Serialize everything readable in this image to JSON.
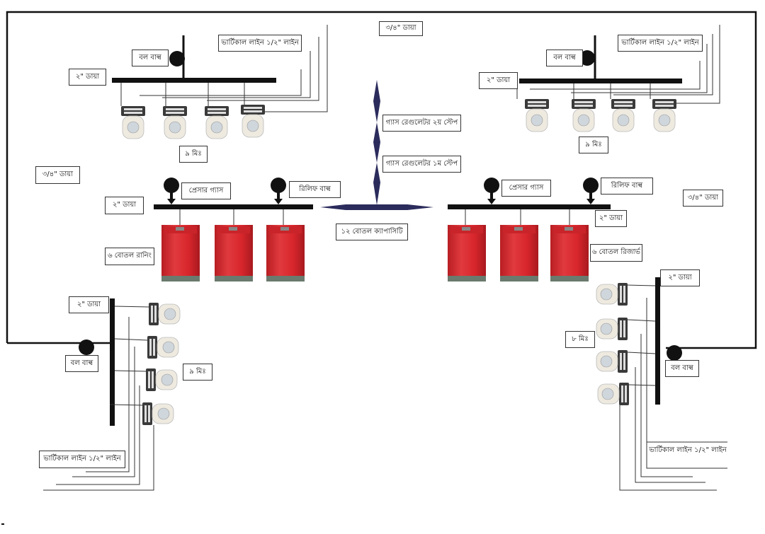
{
  "title": "LPG gas distribution line diagram",
  "colors": {
    "pipe": "#111111",
    "thin_line": "#333333",
    "regulator": "#2b2b5c",
    "cylinder": "#d8262c",
    "cylinder_dark": "#a81a1f",
    "meter_body": "#eeeae0",
    "meter_head": "#3a3a3a"
  },
  "labels": {
    "main_line_top": "৩/৪\" ডায়া",
    "main_line_left": "৩/৪\" ডায়া",
    "main_line_right": "৩/৪\" ডায়া",
    "regulator_step2": "গ্যাস রেগুলেটর ২য় স্টেপ",
    "regulator_step1": "গ্যাস রেগুলেটর ১ম স্টেপ",
    "capacity": "১২ বোতল ক্যাপাসিটি"
  },
  "branches": {
    "top_left": {
      "header": "২\" ডায়া",
      "valve": "বল বাল্ব",
      "vertical_line": "ভার্টিকাল লাইন ১/২\" লাইন",
      "floor": "৯ মিঃ",
      "meters": 4
    },
    "top_right": {
      "header": "২\" ডায়া",
      "valve": "বল বাল্ব",
      "vertical_line": "ভার্টিকাল লাইন ১/২\" লাইন",
      "floor": "৯ মিঃ",
      "meters": 4
    },
    "bottom_left": {
      "header": "২\" ডায়া",
      "valve": "বল বাল্ব",
      "vertical_line": "ভার্টিকাল লাইন ১/২\" লাইন",
      "floor": "৯ মিঃ",
      "meters": 4
    },
    "bottom_right": {
      "header": "২\" ডায়া",
      "valve": "বল বাল্ব",
      "vertical_line": "ভার্টিকাল লাইন ১/২\" লাইন",
      "floor": "৮ মিঃ",
      "meters": 4
    }
  },
  "manifolds": {
    "left": {
      "header": "২\" ডায়া",
      "pressure_gauge": "প্রেসার গ্যাস",
      "relief_valve": "রিলিফ বাল্ব",
      "bank": "৬ বোতল রানিং",
      "cylinders": 3
    },
    "right": {
      "header": "২\" ডায়া",
      "pressure_gauge": "প্রেসার গ্যাস",
      "relief_valve": "রিলিফ বাল্ব",
      "bank": "৬ বোতল রিজার্ভ",
      "cylinders": 3
    }
  }
}
